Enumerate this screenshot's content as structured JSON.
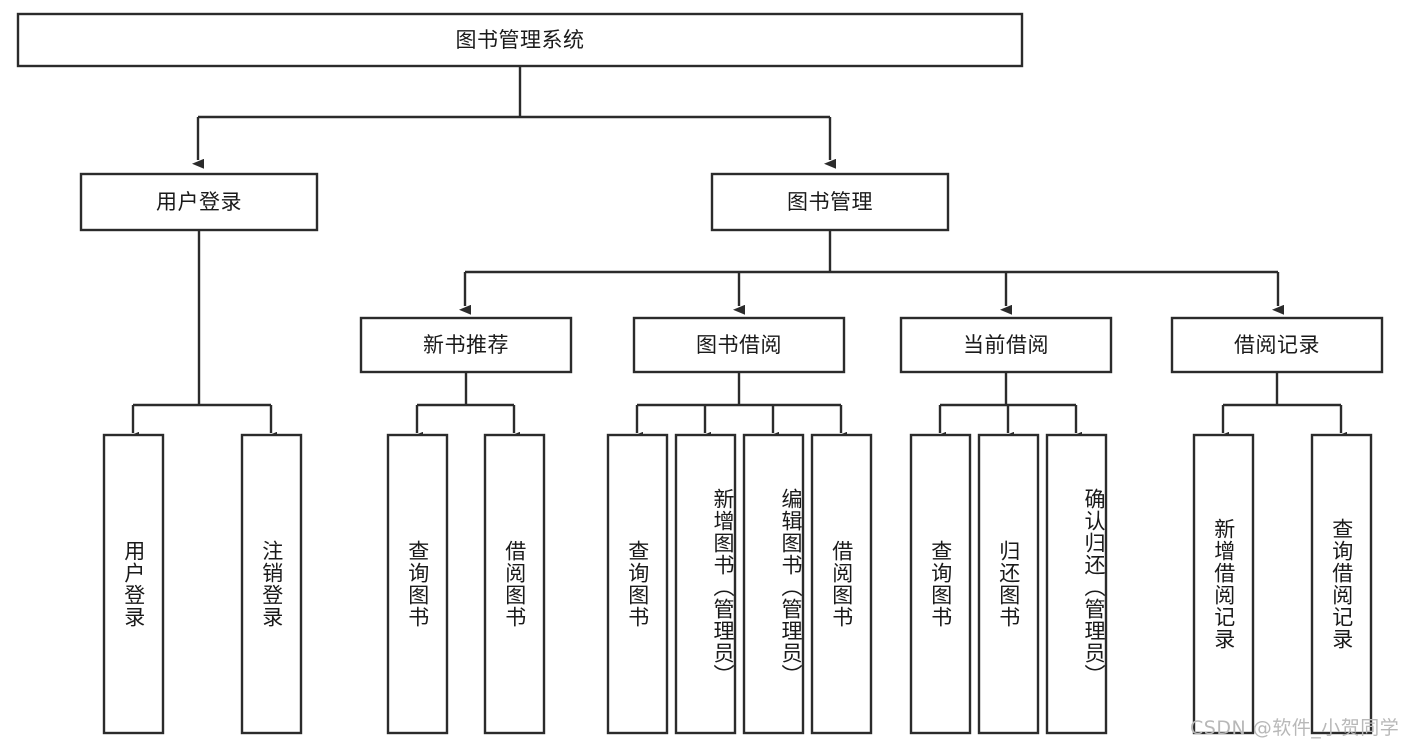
{
  "diagram": {
    "title": "图书管理系统",
    "type": "tree-hierarchy-diagram",
    "root": {
      "label": "图书管理系统"
    },
    "level2": [
      {
        "label": "用户登录"
      },
      {
        "label": "图书管理"
      }
    ],
    "level3": [
      {
        "label": "新书推荐"
      },
      {
        "label": "图书借阅"
      },
      {
        "label": "当前借阅"
      },
      {
        "label": "借阅记录"
      }
    ],
    "leaves": [
      {
        "label": "用户登录",
        "parent": "用户登录"
      },
      {
        "label": "注销登录",
        "parent": "用户登录"
      },
      {
        "label": "查询图书",
        "parent": "新书推荐"
      },
      {
        "label": "借阅图书",
        "parent": "新书推荐"
      },
      {
        "label": "查询图书",
        "parent": "图书借阅"
      },
      {
        "label": "新增图书（管理员）",
        "parent": "图书借阅"
      },
      {
        "label": "编辑图书（管理员）",
        "parent": "图书借阅"
      },
      {
        "label": "借阅图书",
        "parent": "图书借阅"
      },
      {
        "label": "查询图书",
        "parent": "当前借阅"
      },
      {
        "label": "归还图书",
        "parent": "当前借阅"
      },
      {
        "label": "确认归还（管理员）",
        "parent": "当前借阅"
      },
      {
        "label": "新增借阅记录",
        "parent": "借阅记录"
      },
      {
        "label": "查询借阅记录",
        "parent": "借阅记录"
      }
    ]
  },
  "watermark": {
    "text": "CSDN @软件_小贺同学"
  },
  "colors": {
    "stroke": "#2b2b2b",
    "box_fill": "#ffffff",
    "text": "#1a1a1a",
    "background": "#ffffff",
    "watermark": "#b8b8b8"
  }
}
